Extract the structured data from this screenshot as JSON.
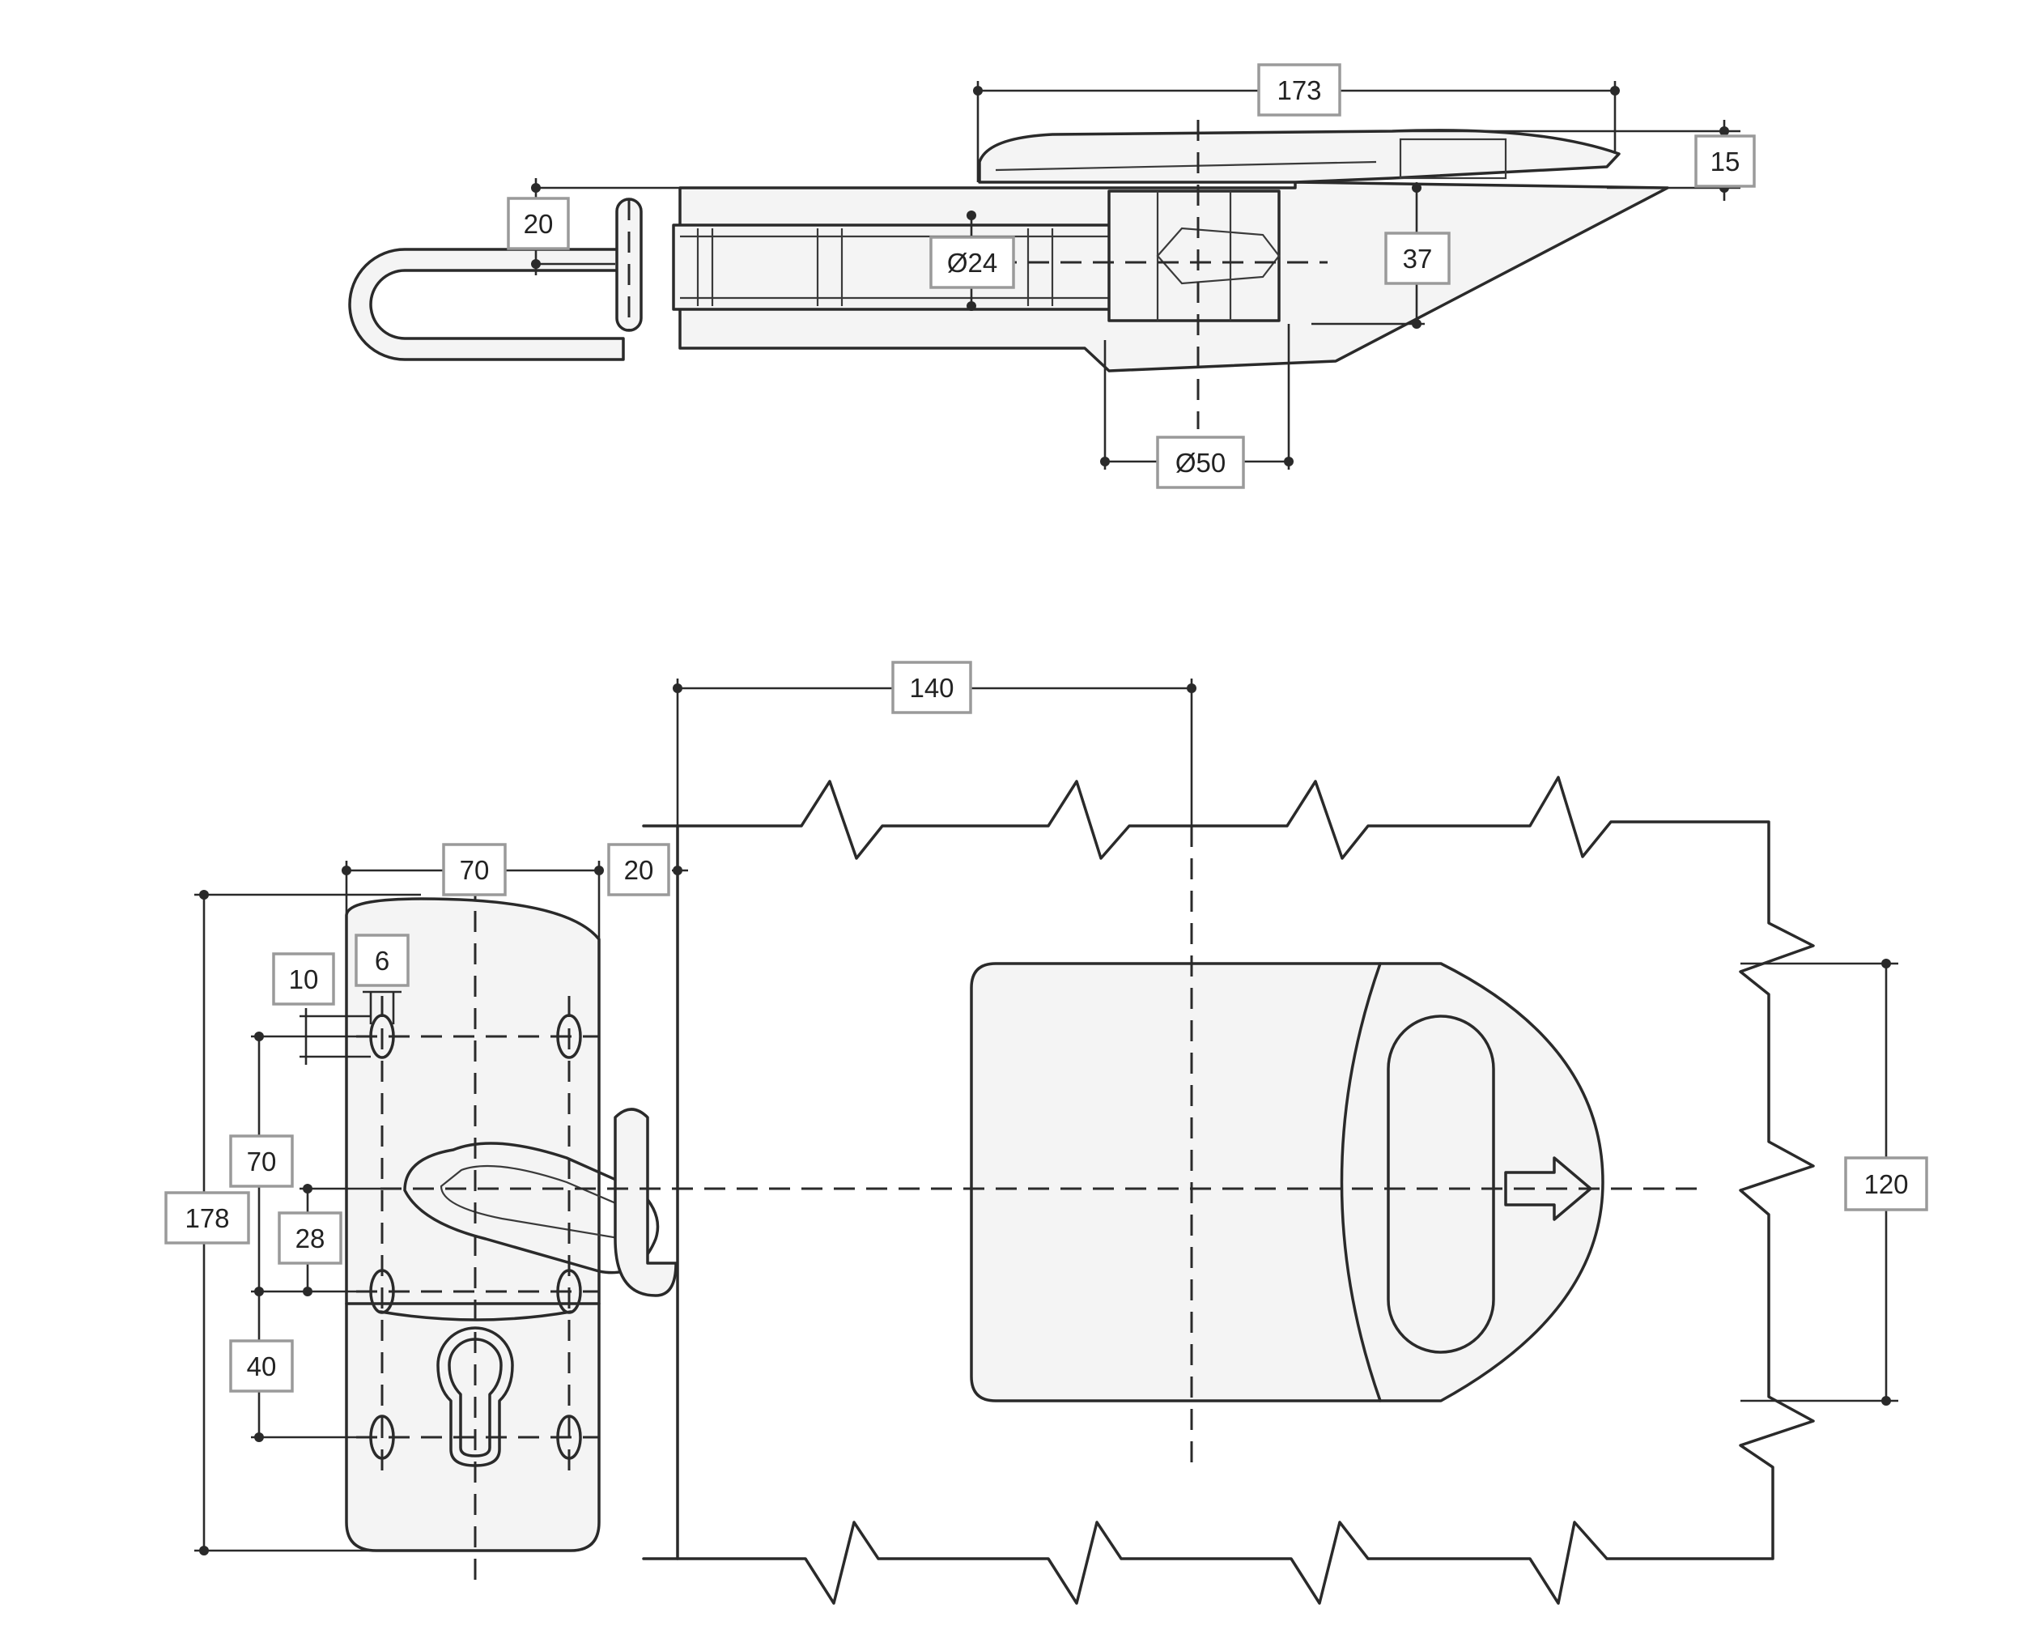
{
  "side_view": {
    "dims": {
      "overall_length": "173",
      "flap_height": "15",
      "hook_offset": "20",
      "bolt_dia": "Ø24",
      "body_height": "37",
      "cylinder_dia": "Ø50"
    }
  },
  "plan_view": {
    "dims": {
      "bolt_projection": "140",
      "plate_width": "70",
      "gap": "20",
      "slot_offset": "10",
      "slot_width": "6",
      "hole_pitch_upper": "70",
      "plate_height": "178",
      "bolt_axis_offset": "28",
      "hole_pitch_lower": "40",
      "handle_height": "120"
    }
  }
}
